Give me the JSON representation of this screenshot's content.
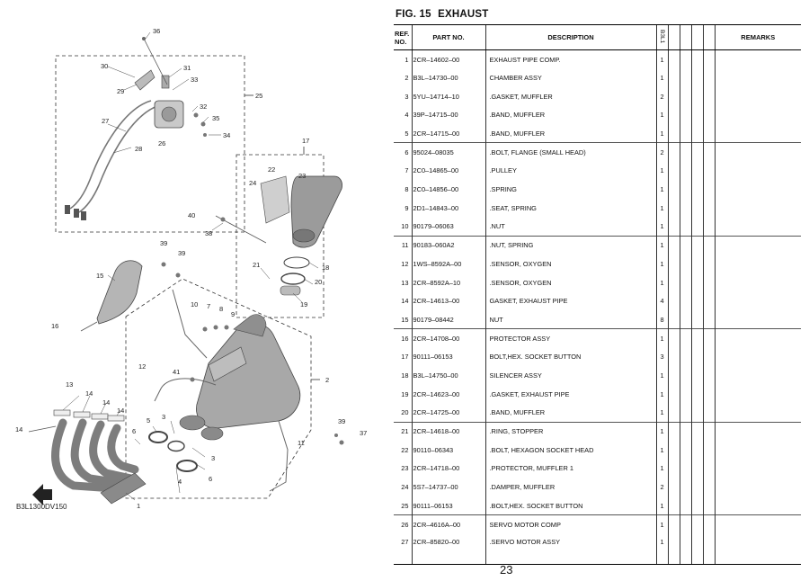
{
  "figure": {
    "label": "FIG. 15",
    "title": "EXHAUST"
  },
  "table": {
    "headers": {
      "ref": "REF. NO.",
      "part_no": "PART NO.",
      "description": "DESCRIPTION",
      "model": "B3L1",
      "remarks": "REMARKS"
    },
    "rows": [
      {
        "ref": "1",
        "part_no": "2CR–14602–00",
        "description": "EXHAUST PIPE COMP.",
        "qty": "1"
      },
      {
        "ref": "2",
        "part_no": "B3L–14730–00",
        "description": "CHAMBER ASSY",
        "qty": "1"
      },
      {
        "ref": "3",
        "part_no": "5YU–14714–10",
        "description": ".GASKET, MUFFLER",
        "qty": "2"
      },
      {
        "ref": "4",
        "part_no": "39P–14715–00",
        "description": ".BAND, MUFFLER",
        "qty": "1"
      },
      {
        "ref": "5",
        "part_no": "2CR–14715–00",
        "description": ".BAND, MUFFLER",
        "qty": "1"
      },
      {
        "ref": "6",
        "part_no": "95024–08035",
        "description": ".BOLT, FLANGE (SMALL HEAD)",
        "qty": "2"
      },
      {
        "ref": "7",
        "part_no": "2C0–14865–00",
        "description": ".PULLEY",
        "qty": "1"
      },
      {
        "ref": "8",
        "part_no": "2C0–14856–00",
        "description": ".SPRING",
        "qty": "1"
      },
      {
        "ref": "9",
        "part_no": "2D1–14843–00",
        "description": ".SEAT, SPRING",
        "qty": "1"
      },
      {
        "ref": "10",
        "part_no": "90179–06063",
        "description": ".NUT",
        "qty": "1"
      },
      {
        "ref": "11",
        "part_no": "90183–060A2",
        "description": ".NUT, SPRING",
        "qty": "1"
      },
      {
        "ref": "12",
        "part_no": "1WS–8592A–00",
        "description": ".SENSOR, OXYGEN",
        "qty": "1"
      },
      {
        "ref": "13",
        "part_no": "2CR–8592A–10",
        "description": ".SENSOR, OXYGEN",
        "qty": "1"
      },
      {
        "ref": "14",
        "part_no": "2CR–14613–00",
        "description": "GASKET, EXHAUST PIPE",
        "qty": "4"
      },
      {
        "ref": "15",
        "part_no": "90179–08442",
        "description": "NUT",
        "qty": "8"
      },
      {
        "ref": "16",
        "part_no": "2CR–14708–00",
        "description": "PROTECTOR ASSY",
        "qty": "1"
      },
      {
        "ref": "17",
        "part_no": "90111–06153",
        "description": "BOLT,HEX. SOCKET BUTTON",
        "qty": "3"
      },
      {
        "ref": "18",
        "part_no": "B3L–14750–00",
        "description": "SILENCER ASSY",
        "qty": "1"
      },
      {
        "ref": "19",
        "part_no": "2CR–14623–00",
        "description": ".GASKET, EXHAUST PIPE",
        "qty": "1"
      },
      {
        "ref": "20",
        "part_no": "2CR–14725–00",
        "description": ".BAND, MUFFLER",
        "qty": "1"
      },
      {
        "ref": "21",
        "part_no": "2CR–14618–00",
        "description": ".RING, STOPPER",
        "qty": "1"
      },
      {
        "ref": "22",
        "part_no": "90110–06343",
        "description": ".BOLT, HEXAGON SOCKET HEAD",
        "qty": "1"
      },
      {
        "ref": "23",
        "part_no": "2CR–14718–00",
        "description": ".PROTECTOR, MUFFLER 1",
        "qty": "1"
      },
      {
        "ref": "24",
        "part_no": "5S7–14737–00",
        "description": ".DAMPER, MUFFLER",
        "qty": "2"
      },
      {
        "ref": "25",
        "part_no": "90111–06153",
        "description": ".BOLT,HEX. SOCKET BUTTON",
        "qty": "1"
      },
      {
        "ref": "26",
        "part_no": "2CR–4616A–00",
        "description": "SERVO MOTOR COMP",
        "qty": "1"
      },
      {
        "ref": "27",
        "part_no": "2CR–85820–00",
        "description": ".SERVO MOTOR ASSY",
        "qty": "1"
      }
    ]
  },
  "diagram": {
    "code": "B3L1300DV150",
    "callouts": [
      "1",
      "2",
      "3",
      "3",
      "4",
      "5",
      "6",
      "6",
      "7",
      "8",
      "9",
      "10",
      "11",
      "12",
      "13",
      "14",
      "14",
      "14",
      "14",
      "15",
      "16",
      "17",
      "18",
      "19",
      "20",
      "21",
      "22",
      "23",
      "24",
      "25",
      "26",
      "27",
      "28",
      "29",
      "30",
      "31",
      "32",
      "33",
      "34",
      "35",
      "36",
      "37",
      "38",
      "39",
      "39",
      "39",
      "40",
      "41"
    ]
  },
  "page_number": "23"
}
